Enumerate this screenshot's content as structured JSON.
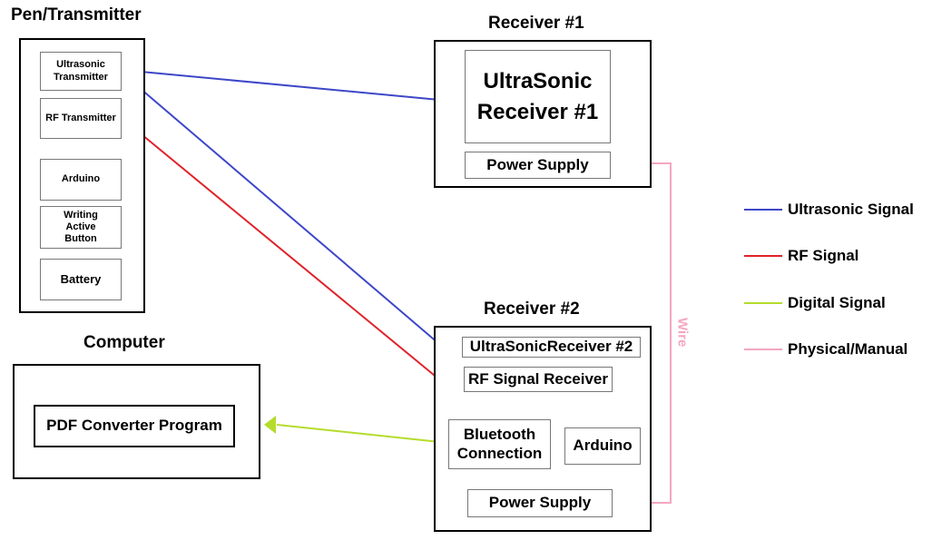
{
  "pen": {
    "title": "Pen/Transmitter",
    "ultrasonic_transmitter": "Ultrasonic Transmitter",
    "rf_transmitter": "RF Transmitter",
    "arduino": "Arduino",
    "writing_active_button": "Writing Active Button",
    "battery": "Battery"
  },
  "receiver1": {
    "title": "Receiver #1",
    "ultrasonic_receiver": "UltraSonic Receiver #1",
    "power_supply": "Power Supply"
  },
  "receiver2": {
    "title": "Receiver #2",
    "ultrasonic_receiver": "UltraSonicReceiver #2",
    "rf_signal_receiver": "RF Signal Receiver",
    "bluetooth_connection": "Bluetooth Connection",
    "arduino": "Arduino",
    "power_supply": "Power Supply"
  },
  "computer": {
    "title": "Computer",
    "pdf_converter": "PDF Converter Program"
  },
  "wire_label": "Wire",
  "legend": {
    "ultrasonic": "Ultrasonic Signal",
    "rf": "RF Signal",
    "digital": "Digital Signal",
    "physical": "Physical/Manual"
  },
  "colors": {
    "ultrasonic": "#3e47c8",
    "rf": "#e0232b",
    "digital": "#b5dc2c",
    "physical": "#f4a7c0"
  }
}
